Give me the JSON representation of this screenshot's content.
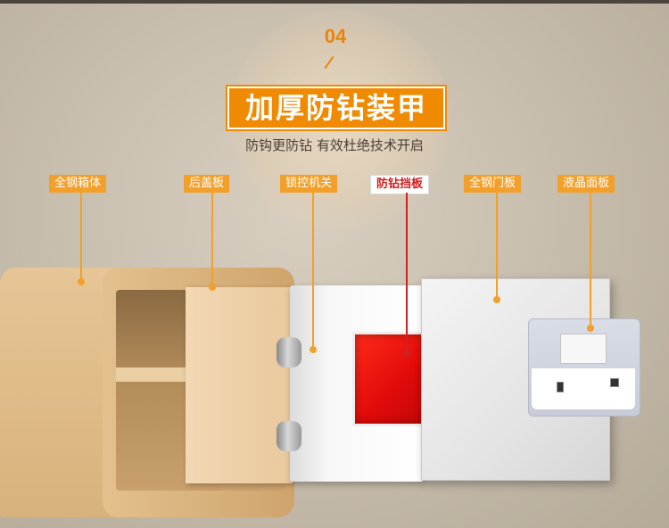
{
  "header": {
    "number": "04",
    "title": "加厚防钻装甲",
    "subtitle": "防钩更防钻 有效杜绝技术开启"
  },
  "callouts": [
    {
      "label": "全钢箱体",
      "emphasis": false
    },
    {
      "label": "后盖板",
      "emphasis": false
    },
    {
      "label": "锁控机关",
      "emphasis": false
    },
    {
      "label": "防钻挡板",
      "emphasis": true
    },
    {
      "label": "全钢门板",
      "emphasis": false
    },
    {
      "label": "液晶面板",
      "emphasis": false
    }
  ],
  "colors": {
    "accent": "#f08a00",
    "label_bg": "#f2a02a",
    "emphasis_text": "#d21a1a",
    "drill_plate": "#e10a0a",
    "body_gold": "#e6c596"
  }
}
